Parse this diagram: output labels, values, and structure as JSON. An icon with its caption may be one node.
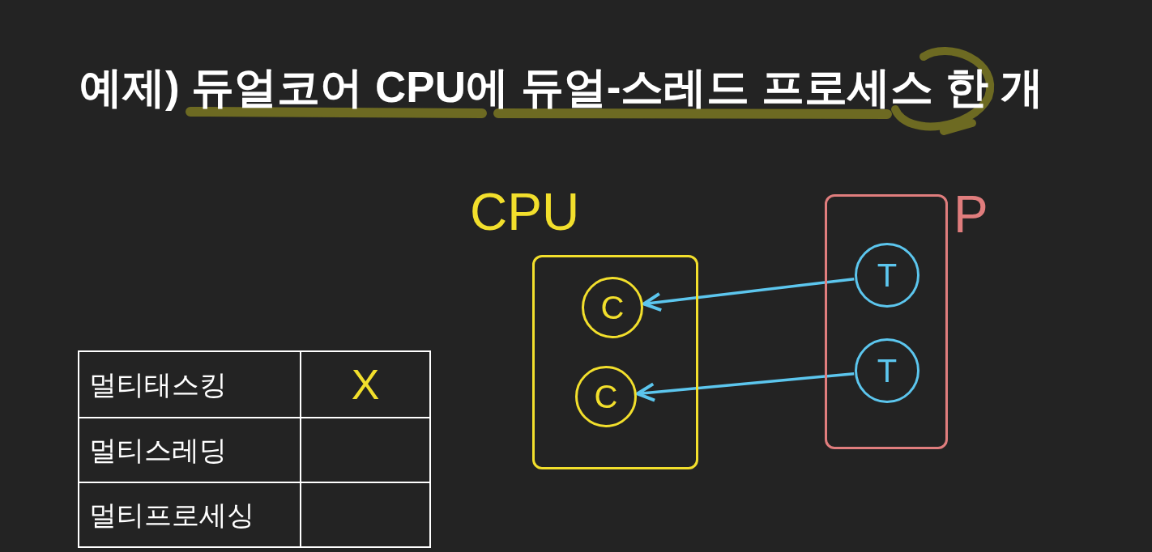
{
  "diagram": {
    "title": "예제) 듀얼코어 CPU에 듀얼-스레드 프로세스 한 개",
    "nodes": [
      {
        "text": [
          "CPU"
        ]
      },
      {
        "text": [
          "C"
        ],
        "in": 0
      },
      {
        "text": [
          "C"
        ],
        "in": 0
      },
      {
        "text": [
          "P"
        ]
      },
      {
        "text": [
          "T"
        ],
        "in": 3
      },
      {
        "text": [
          "T"
        ],
        "in": 3
      }
    ],
    "edges": [
      {
        "from": 4,
        "to": 1,
        "arrow": "to"
      },
      {
        "from": 5,
        "to": 2,
        "arrow": "to"
      }
    ],
    "labels": [
      "멀티태스킹",
      "X",
      "멀티스레딩",
      "멀티프로세싱"
    ]
  }
}
